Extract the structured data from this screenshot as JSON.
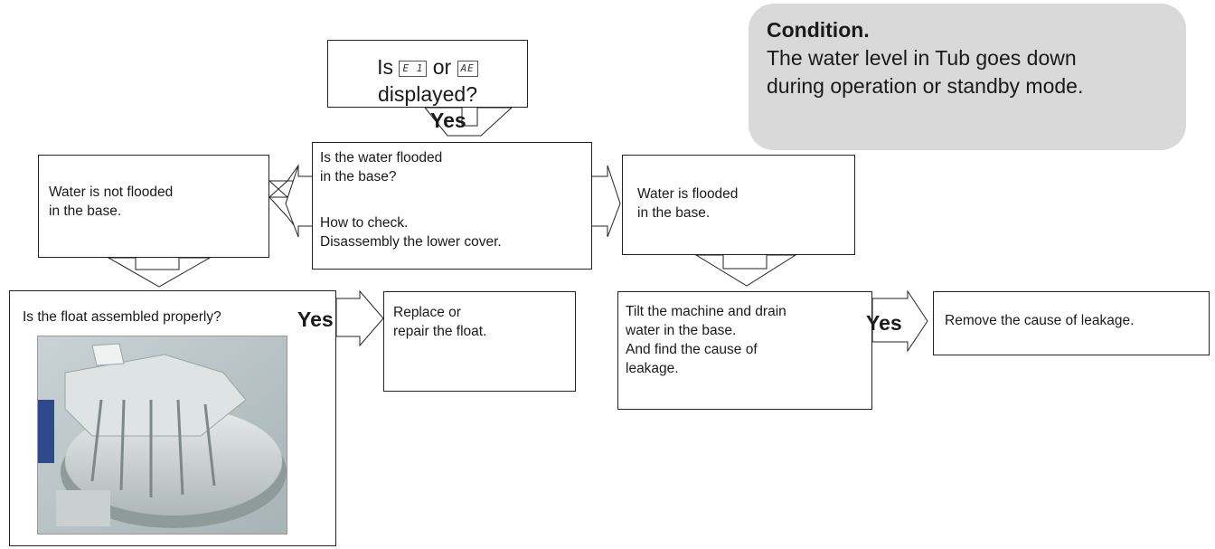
{
  "condition": {
    "title": "Condition.",
    "lines": [
      "The water level in Tub goes down",
      "during operation or standby mode."
    ]
  },
  "question_display": {
    "prefix": "Is",
    "code1": "E 1",
    "middle": "or",
    "code2": "AE",
    "line2": "displayed?"
  },
  "yes_label": "Yes",
  "question_flooded": {
    "lines": [
      "Is the water flooded",
      "in the base?"
    ],
    "check_lines": [
      "How to check.",
      "Disassembly the lower cover."
    ]
  },
  "not_flooded": {
    "lines": [
      "Water is not flooded",
      "in the base."
    ]
  },
  "flooded": {
    "lines": [
      "Water is flooded",
      "in the base."
    ]
  },
  "float_question": {
    "label": "Is the float assembled properly?"
  },
  "replace_float": {
    "lines": [
      "Replace or",
      "repair the float."
    ]
  },
  "tilt_machine": {
    "lines": [
      "Tilt the machine and drain",
      "water in the base.",
      "And find the cause of",
      "leakage."
    ]
  },
  "remove_cause": {
    "label": "Remove the cause of leakage."
  },
  "colors": {
    "condition_bg": "#d9d9d9",
    "stroke": "#222222"
  }
}
